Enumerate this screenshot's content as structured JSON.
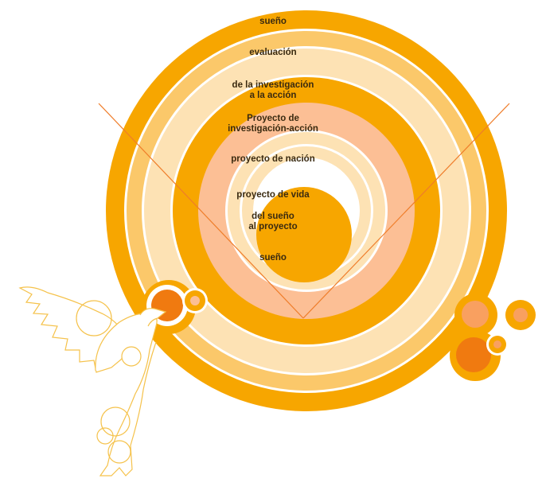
{
  "diagram": {
    "rings": [
      {
        "id": "outer",
        "label": "sueño"
      },
      {
        "id": "r2",
        "label": "evaluación"
      },
      {
        "id": "r3",
        "label": "de la investigación\na la acción"
      },
      {
        "id": "r4",
        "label": "Proyecto de\ninvestigación-acción"
      },
      {
        "id": "r5",
        "label": "proyecto de nación"
      },
      {
        "id": "r6",
        "label": "proyecto de vida"
      },
      {
        "id": "r7",
        "label": "del sueño\nal proyecto"
      },
      {
        "id": "core",
        "label": "sueño"
      }
    ],
    "colors": {
      "dark_orange": "#f7a600",
      "mid_orange": "#fbc86a",
      "light_peach": "#fde2b4",
      "salmon": "#fcbf95",
      "deep_orange": "#f07a10",
      "line": "#ef7d2a",
      "dove_stroke": "#f5c24b"
    },
    "icons": [
      "dove-icon",
      "decorative-circles-left",
      "decorative-circles-right"
    ]
  }
}
